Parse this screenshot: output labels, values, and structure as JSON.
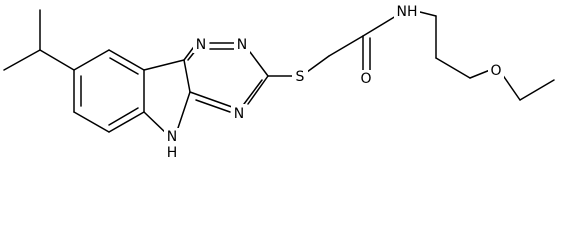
{
  "structure": {
    "atom_labels": {
      "n_ring_top_left": "N",
      "n_ring_top_right": "N",
      "n_ring_bottom": "N",
      "nh_indole": "N",
      "h_indole": "H",
      "sulfur": "S",
      "oxygen": "O",
      "nh_amide": "NH",
      "o_ether": "O"
    }
  }
}
